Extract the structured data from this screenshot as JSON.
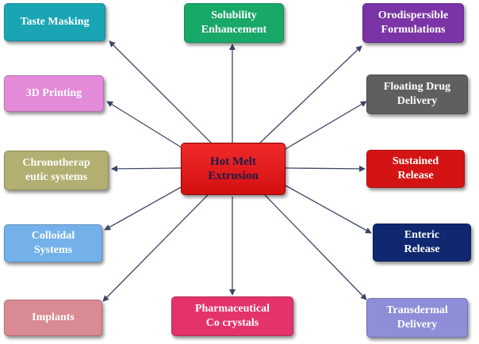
{
  "center": {
    "label": "Hot Melt\nExtrusion",
    "color": "#e31b1b"
  },
  "applications": [
    {
      "id": "taste-masking",
      "label": "Taste Masking",
      "color": "#1aa5b5"
    },
    {
      "id": "solubility",
      "label": "Solubility\nEnhancement",
      "color": "#18a868"
    },
    {
      "id": "orodispersible",
      "label": "Orodispersible\nFormulations",
      "color": "#7a34a6"
    },
    {
      "id": "3d-printing",
      "label": "3D Printing",
      "color": "#e38ad8"
    },
    {
      "id": "floating-drug",
      "label": "Floating Drug\nDelivery",
      "color": "#5f5f5f"
    },
    {
      "id": "chronotherapeutic",
      "label": "Chronotherap\neutic systems",
      "color": "#b3ae72"
    },
    {
      "id": "sustained-release",
      "label": "Sustained\nRelease",
      "color": "#d41414"
    },
    {
      "id": "colloidal",
      "label": "Colloidal\nSystems",
      "color": "#74b1ea"
    },
    {
      "id": "enteric-release",
      "label": "Enteric\nRelease",
      "color": "#0f2870"
    },
    {
      "id": "implants",
      "label": "Implants",
      "color": "#d98a92"
    },
    {
      "id": "cocrystals",
      "label": "Pharmaceutical\nCo crystals",
      "color": "#e3336a"
    },
    {
      "id": "transdermal",
      "label": "Transdermal\nDelivery",
      "color": "#8e8ed8"
    }
  ]
}
